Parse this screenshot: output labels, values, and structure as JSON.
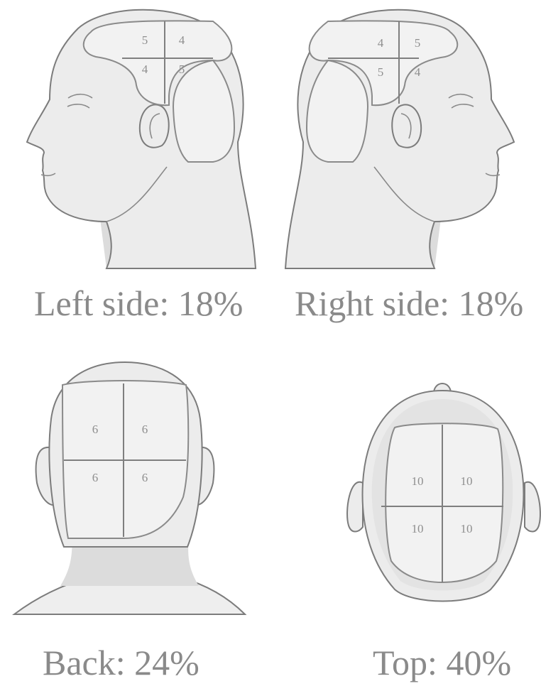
{
  "panels": {
    "left": {
      "caption": "Left side: 18%",
      "quadrants": [
        "5",
        "4",
        "4",
        "5"
      ]
    },
    "right": {
      "caption": "Right side: 18%",
      "quadrants": [
        "4",
        "5",
        "5",
        "4"
      ]
    },
    "back": {
      "caption": "Back: 24%",
      "quadrants": [
        "6",
        "6",
        "6",
        "6"
      ]
    },
    "top": {
      "caption": "Top: 40%",
      "quadrants": [
        "10",
        "10",
        "10",
        "10"
      ]
    }
  }
}
